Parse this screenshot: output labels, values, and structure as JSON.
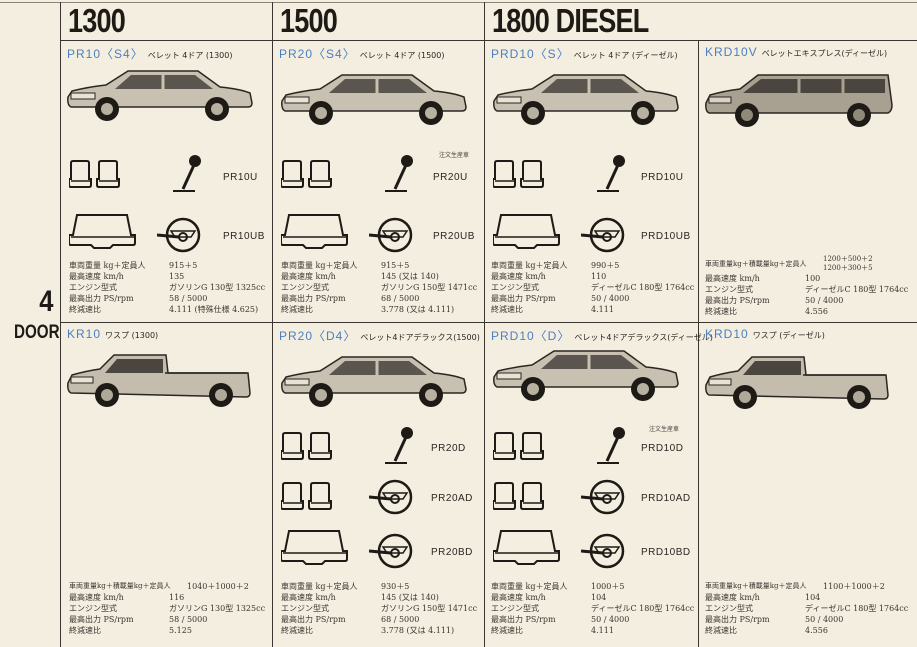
{
  "columns": [
    {
      "heading": "1300"
    },
    {
      "heading": "1500"
    },
    {
      "heading": "1800 DIESEL"
    }
  ],
  "side_label": {
    "number": "4",
    "word": "DOOR"
  },
  "spec_labels": {
    "weight": "車両重量 kg＋定員人",
    "weight_cargo": "車両重量kg＋積載量kg＋定員人",
    "speed": "最高速度 km/h",
    "engine": "エンジン型式",
    "power": "最高出力 PS/rpm",
    "ratio": "終減速比"
  },
  "models": [
    {
      "code": "PR10〈S4〉",
      "name": "ベレット 4ドア (1300)",
      "options": [
        {
          "code": "PR10U"
        },
        {
          "code": "PR10UB"
        }
      ],
      "specs": {
        "weight": "915＋5",
        "speed": "135",
        "engine": "ガソリンG 130型 1325cc",
        "power": "58 / 5000",
        "ratio": "4.111 (特殊仕様 4.625)"
      }
    },
    {
      "code": "PR20〈S4〉",
      "name": "ベレット 4ドア (1500)",
      "note": "注文生産車",
      "options": [
        {
          "code": "PR20U"
        },
        {
          "code": "PR20UB"
        }
      ],
      "specs": {
        "weight": "915＋5",
        "speed": "145 (又は 140)",
        "engine": "ガソリンG 150型 1471cc",
        "power": "68 / 5000",
        "ratio": "3.778 (又は 4.111)"
      }
    },
    {
      "code": "PRD10〈S〉",
      "name": "ベレット 4ドア (ディーゼル)",
      "options": [
        {
          "code": "PRD10U"
        },
        {
          "code": "PRD10UB"
        }
      ],
      "specs": {
        "weight": "990＋5",
        "speed": "110",
        "engine": "ディーゼルC 180型 1764cc",
        "power": "50 / 4000",
        "ratio": "4.111"
      }
    },
    {
      "code": "KRD10V",
      "name": "ベレットエキスプレス(ディーゼル)",
      "specs": {
        "weight_line1": "1200＋500＋2",
        "weight_line2": "1200＋300＋5",
        "speed": "100",
        "engine": "ディーゼルC 180型 1764cc",
        "power": "50 / 4000",
        "ratio": "4.556"
      }
    },
    {
      "code": "KR10",
      "name": "ワスプ (1300)",
      "specs": {
        "weight": "1040＋1000＋2",
        "speed": "116",
        "engine": "ガソリンG 130型 1325cc",
        "power": "58 / 5000",
        "ratio": "5.125"
      }
    },
    {
      "code": "PR20〈D4〉",
      "name": "ベレット4ドアデラックス(1500)",
      "options": [
        {
          "code": "PR20D"
        },
        {
          "code": "PR20AD"
        },
        {
          "code": "PR20BD"
        }
      ],
      "specs": {
        "weight": "930＋5",
        "speed": "145 (又は 140)",
        "engine": "ガソリンG 150型 1471cc",
        "power": "68 / 5000",
        "ratio": "3.778 (又は 4.111)"
      }
    },
    {
      "code": "PRD10〈D〉",
      "name": "ベレット4ドアデラックス(ディーゼル)",
      "note": "注文生産車",
      "options": [
        {
          "code": "PRD10D"
        },
        {
          "code": "PRD10AD"
        },
        {
          "code": "PRD10BD"
        }
      ],
      "specs": {
        "weight": "1000＋5",
        "speed": "104",
        "engine": "ディーゼルC 180型 1764cc",
        "power": "50 / 4000",
        "ratio": "4.111"
      }
    },
    {
      "code": "KRD10",
      "name": "ワスプ (ディーゼル)",
      "specs": {
        "weight": "1100＋1000＋2",
        "speed": "104",
        "engine": "ディーゼルC 180型 1764cc",
        "power": "50 / 4000",
        "ratio": "4.556"
      }
    }
  ]
}
